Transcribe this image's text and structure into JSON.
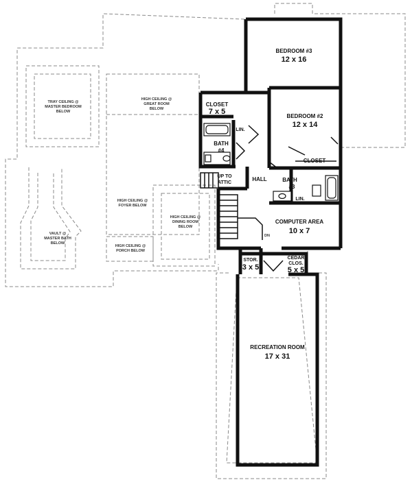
{
  "rooms": {
    "bedroom3": {
      "name": "BEDROOM #3",
      "size": "12 x 16"
    },
    "bedroom2": {
      "name": "BEDROOM #2",
      "size": "12 x 14"
    },
    "closet_upper": {
      "name": "CLOSET",
      "size": "7 x 5"
    },
    "lin1": "LIN.",
    "bath4": {
      "name": "BATH",
      "num": "#4"
    },
    "closet_bed2": "CLOSET",
    "hall": "HALL",
    "up_to_attic": [
      "UP TO",
      "ATTIC"
    ],
    "bath3": {
      "name": "BATH",
      "num": "#3"
    },
    "lin2": "LIN.",
    "computer": {
      "name": "COMPUTER AREA",
      "size": "10 x 7"
    },
    "dn": "DN",
    "stor": {
      "name": "STOR.",
      "size": "3 x 5"
    },
    "cedar": {
      "name1": "CEDAR",
      "name2": "CLOS.",
      "size": "5 x 5"
    },
    "recreation": {
      "name": "RECREATION ROOM",
      "size": "17 x 31"
    }
  },
  "notes": {
    "tray": [
      "TRAY CEILING @",
      "MASTER BEDROOM",
      "BELOW"
    ],
    "great": [
      "HIGH CEILING @",
      "GREAT ROOM",
      "BELOW"
    ],
    "foyer": [
      "HIGH CEILING @",
      "FOYER BELOW"
    ],
    "dining": [
      "HIGH CEILING @",
      "DINING ROOM",
      "BELOW"
    ],
    "vault": [
      "VAULT @",
      "MASTER BATH",
      "BELOW"
    ],
    "porch": [
      "HIGH CEILING @",
      "PORCH BELOW"
    ]
  }
}
